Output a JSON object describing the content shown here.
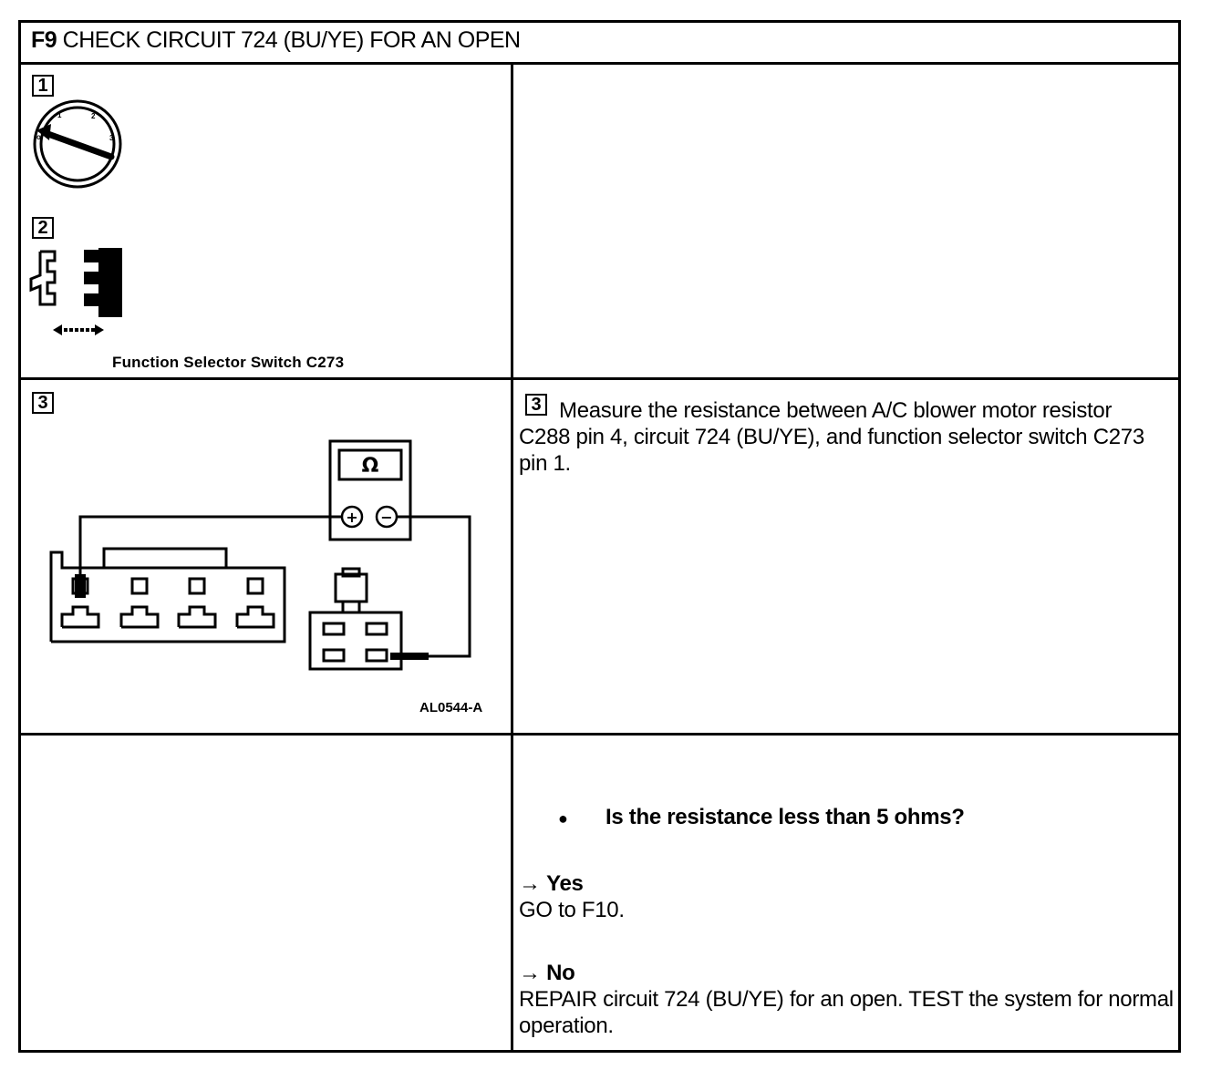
{
  "header": {
    "step_id": "F9",
    "title": "CHECK CIRCUIT 724 (BU/YE) FOR AN OPEN"
  },
  "steps": [
    {
      "number": "1",
      "figure": "ignition-switch-off"
    },
    {
      "number": "2",
      "figure": "connector-disconnect",
      "caption": "Function Selector Switch C273"
    },
    {
      "number": "3",
      "figure": "ohmmeter-measurement",
      "figure_id": "AL0544-A",
      "meter_symbol": "Ω",
      "plus": "+",
      "minus": "−",
      "instruction": "Measure the resistance between A/C blower motor resistor C288 pin 4, circuit 724 (BU/YE), and function selector switch C273 pin 1."
    }
  ],
  "question": "Is the resistance less than 5 ohms?",
  "answers": [
    {
      "arrow": "→",
      "label": "Yes",
      "action": "GO to F10."
    },
    {
      "arrow": "→",
      "label": "No",
      "action": "REPAIR circuit 724 (BU/YE) for an open. TEST the system for normal operation."
    }
  ]
}
